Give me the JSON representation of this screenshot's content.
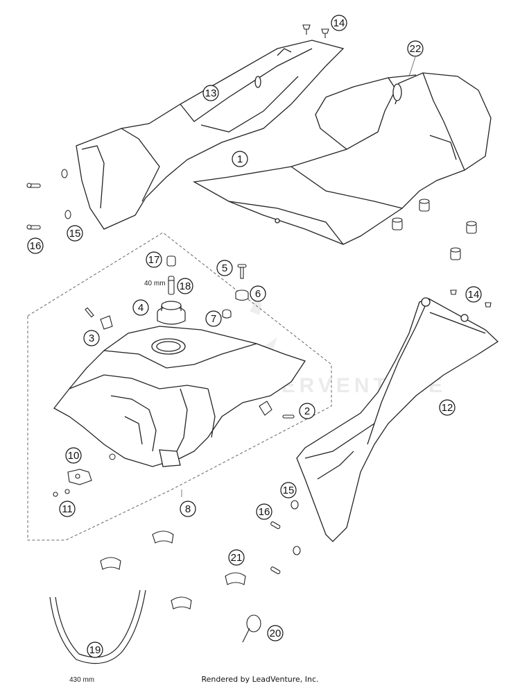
{
  "diagram": {
    "callouts": [
      {
        "id": "1",
        "label": "1"
      },
      {
        "id": "2",
        "label": "2"
      },
      {
        "id": "3",
        "label": "3"
      },
      {
        "id": "4",
        "label": "4"
      },
      {
        "id": "5",
        "label": "5"
      },
      {
        "id": "6",
        "label": "6"
      },
      {
        "id": "7",
        "label": "7"
      },
      {
        "id": "8",
        "label": "8"
      },
      {
        "id": "10",
        "label": "10"
      },
      {
        "id": "11",
        "label": "11"
      },
      {
        "id": "12",
        "label": "12"
      },
      {
        "id": "13",
        "label": "13"
      },
      {
        "id": "14a",
        "label": "14"
      },
      {
        "id": "14b",
        "label": "14"
      },
      {
        "id": "15a",
        "label": "15"
      },
      {
        "id": "15b",
        "label": "15"
      },
      {
        "id": "16a",
        "label": "16"
      },
      {
        "id": "16b",
        "label": "16"
      },
      {
        "id": "17",
        "label": "17"
      },
      {
        "id": "18",
        "label": "18"
      },
      {
        "id": "19",
        "label": "19"
      },
      {
        "id": "20",
        "label": "20"
      },
      {
        "id": "21",
        "label": "21"
      },
      {
        "id": "22",
        "label": "22"
      }
    ],
    "dimensions": {
      "valve_length": "40 mm",
      "hose_length": "430 mm"
    },
    "watermark": "DEALERVENTURE"
  },
  "footer": {
    "text": "Rendered by LeadVenture, Inc."
  }
}
